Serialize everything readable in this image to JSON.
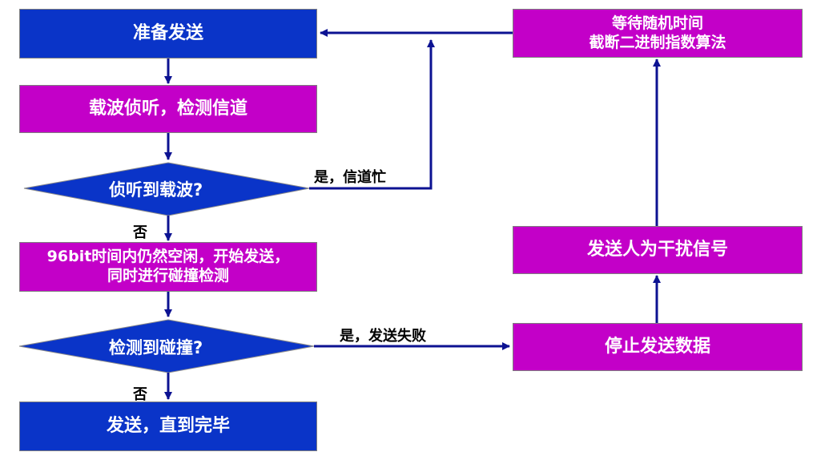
{
  "nodes": {
    "prepare_send": "准备发送",
    "carrier_sense": "载波侦听，检测信道",
    "sensed_carrier_q": "侦听到载波?",
    "idle_send": {
      "line1": "96bit时间内仍然空闲，开始发送，",
      "line2": "同时进行碰撞检测"
    },
    "collision_q": "检测到碰撞?",
    "send_until_done": "发送，直到完毕",
    "wait_random": {
      "line1": "等待随机时间",
      "line2": "截断二进制指数算法"
    },
    "jam_signal": "发送人为干扰信号",
    "stop_sending": "停止发送数据"
  },
  "edges": {
    "busy_yes": "是，信道忙",
    "no_1": "否",
    "collision_yes": "是，发送失败",
    "no_2": "否"
  },
  "colors": {
    "blue": "#0a34c8",
    "magenta": "#c300c8",
    "arrow": "#0c1292"
  }
}
